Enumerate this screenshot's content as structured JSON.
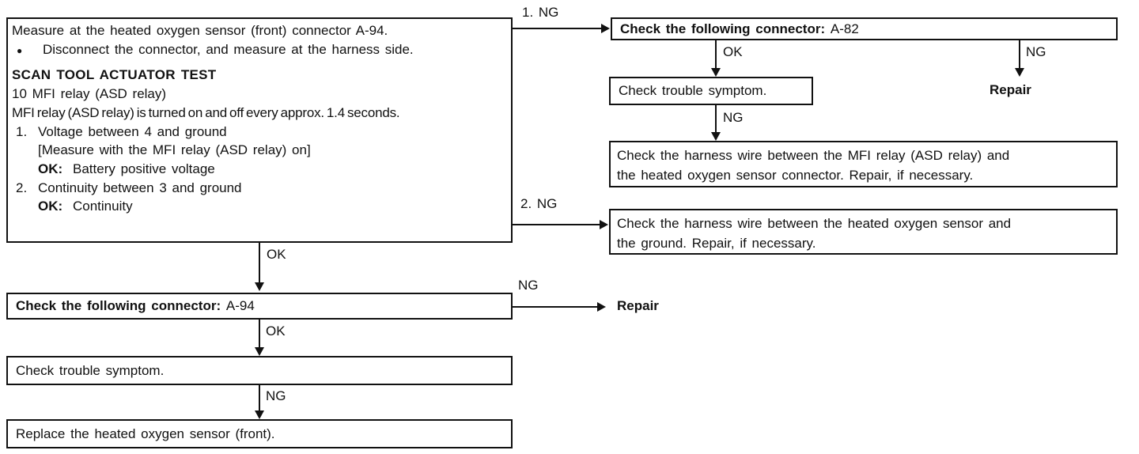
{
  "labels": {
    "ok": "OK",
    "ng": "NG",
    "ng_step1": "1. NG",
    "ng_step2": "2. NG"
  },
  "main_box": {
    "line1": "Measure at the heated oxygen sensor (front) connector A-94.",
    "bullet_glyph": "●",
    "bullet_text": "Disconnect the connector, and measure at the harness side.",
    "heading": "SCAN TOOL ACTUATOR TEST",
    "line2": "10 MFI relay (ASD relay)",
    "line3": "MFI relay (ASD relay) is turned on and off every approx. 1.4 seconds.",
    "step1_num": "1.",
    "step1_text": "Voltage between 4 and ground",
    "step1_note": "[Measure with the MFI relay (ASD relay) on]",
    "ok_label": "OK:",
    "step1_ok": "Battery positive voltage",
    "step2_num": "2.",
    "step2_text": "Continuity between 3 and ground",
    "step2_ok": "Continuity"
  },
  "boxes": {
    "connector_a82_bold": "Check the following connector:",
    "connector_a82_value": "A-82",
    "check_trouble_right": "Check trouble symptom.",
    "repair_right": "Repair",
    "harness_mfi_line1": "Check the harness wire between the MFI relay (ASD relay) and",
    "harness_mfi_line2": "the heated oxygen sensor connector. Repair, if necessary.",
    "harness_ground_line1": "Check the harness wire between the heated oxygen sensor and",
    "harness_ground_line2": "the ground. Repair, if necessary.",
    "connector_a94_bold": "Check the following connector:",
    "connector_a94_value": "A-94",
    "check_trouble_left": "Check trouble symptom.",
    "repair_left": "Repair",
    "replace": "Replace the heated oxygen sensor (front)."
  },
  "colors": {
    "ink": "#111111",
    "background": "#ffffff"
  }
}
